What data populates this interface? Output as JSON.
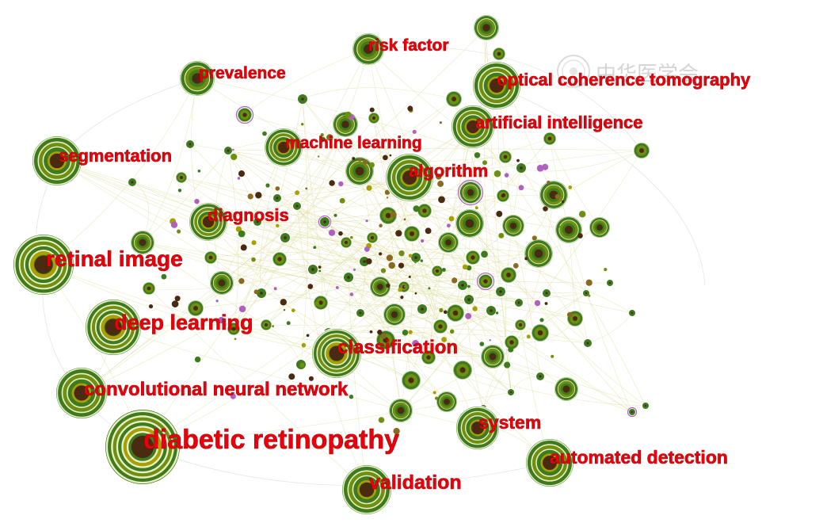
{
  "network": {
    "keywords": [
      {
        "label": "risk factor",
        "rings": 3
      },
      {
        "label": "prevalence",
        "rings": 3
      },
      {
        "label": "optical coherence tomography",
        "rings": 4
      },
      {
        "label": "artificial intelligence",
        "rings": 4
      },
      {
        "label": "machine learning",
        "rings": 4
      },
      {
        "label": "segmentation",
        "rings": 4
      },
      {
        "label": "algorithm",
        "rings": 4
      },
      {
        "label": "diagnosis",
        "rings": 4
      },
      {
        "label": "retinal image",
        "rings": 5
      },
      {
        "label": "deep learning",
        "rings": 5
      },
      {
        "label": "classification",
        "rings": 5
      },
      {
        "label": "convolutional neural network",
        "rings": 4
      },
      {
        "label": "system",
        "rings": 4
      },
      {
        "label": "diabetic retinopathy",
        "rings": 6
      },
      {
        "label": "automated detection",
        "rings": 4
      },
      {
        "label": "validation",
        "rings": 4
      }
    ],
    "colors": {
      "outer_ring": "#3e7a1e",
      "mid_ring": "#6f8f10",
      "inner_ring": "#a8a000",
      "core": "#4a2a10",
      "label": "#e8000b",
      "edge": "#d8d890",
      "highlight_ring": "#b060c0"
    },
    "watermark": {
      "text": "中华医学会"
    }
  }
}
